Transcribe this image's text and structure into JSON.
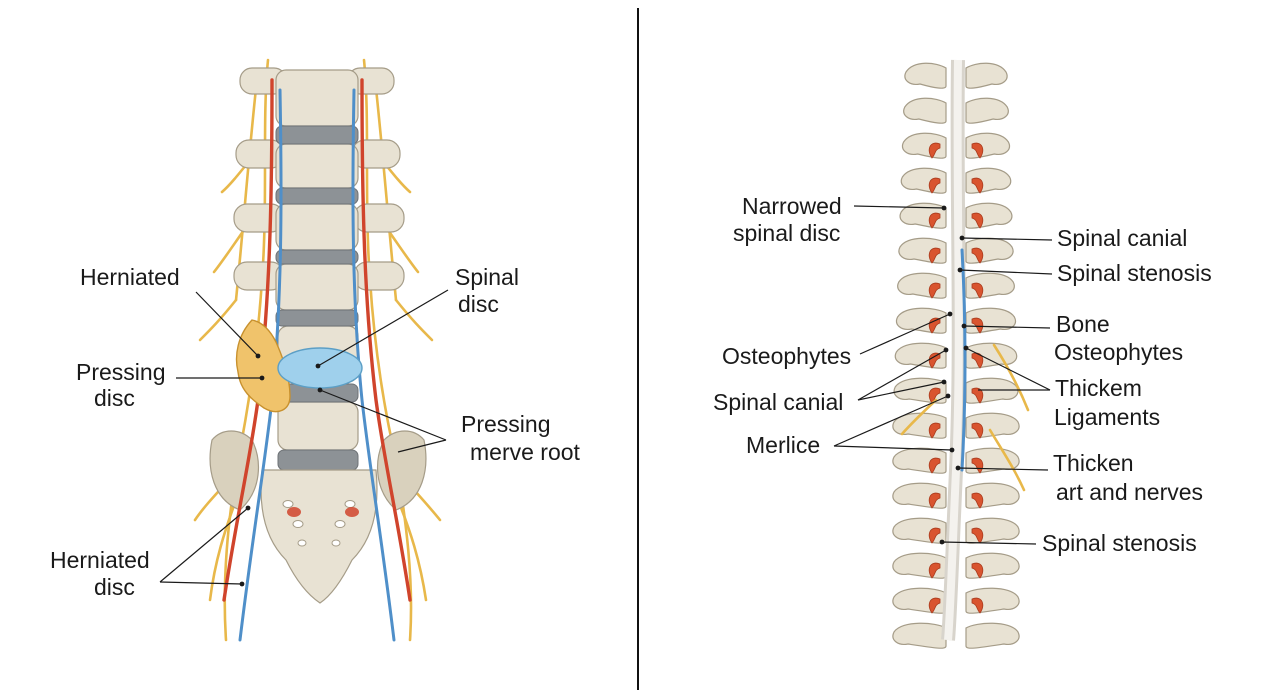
{
  "colors": {
    "bone": "#e8e2d3",
    "disc": "#8d9296",
    "herniation": "#f0c36b",
    "spinal_disc_highlight": "#9fd0ec",
    "nerve_yellow": "#e8b84a",
    "nerve_red": "#d0442c",
    "nerve_blue": "#4f8fc9",
    "divider": "#111111"
  },
  "left_panel": {
    "labels": {
      "herniated": "Herniated",
      "spinal_disc_line1": "Spinal",
      "spinal_disc_line2": "disc",
      "pressing_disc_line1": "Pressing",
      "pressing_disc_line2": "disc",
      "pressing_nerve_line1": "Pressing",
      "pressing_nerve_line2": "merve root",
      "herniated_disc_line1": "Herniated",
      "herniated_disc_line2": "disc"
    }
  },
  "right_panel": {
    "labels": {
      "narrowed_line1": "Narrowed",
      "narrowed_line2": "spinal disc",
      "spinal_canial_top": "Spinal canial",
      "spinal_stenosis_top": "Spinal stenosis",
      "bone_osteo_line1": "Bone",
      "bone_osteo_line2": "Osteophytes",
      "osteophytes": "Osteophytes",
      "thickem_line1": "Thickem",
      "thickem_line2": "Ligaments",
      "spinal_canial_left": "Spinal canial",
      "merlice": "Merlice",
      "thicken_line1": "Thicken",
      "thicken_line2": "art and nerves",
      "spinal_stenosis_bottom": "Spinal stenosis"
    }
  }
}
